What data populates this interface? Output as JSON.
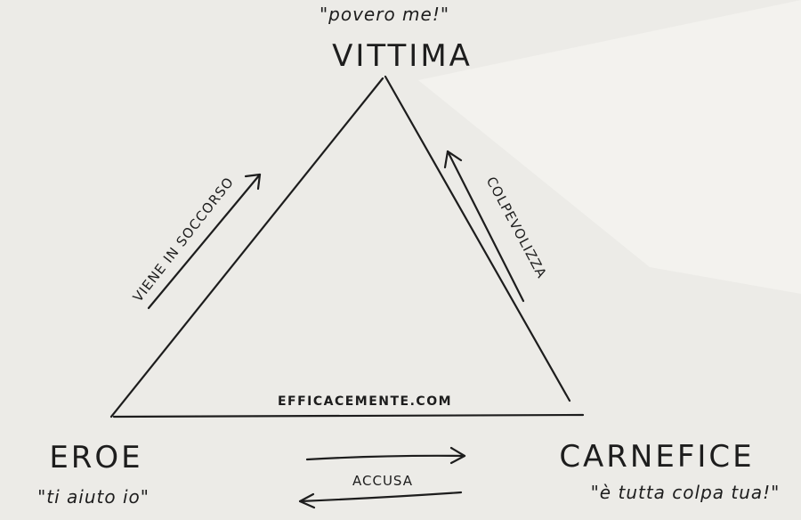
{
  "diagram": {
    "nodes": {
      "top": {
        "role": "VITTIMA",
        "quote": "\"povero me!\""
      },
      "left": {
        "role": "EROE",
        "quote": "\"ti aiuto io\""
      },
      "right": {
        "role": "CARNEFICE",
        "quote": "\"è tutta colpa tua!\""
      }
    },
    "edges": {
      "left_side": "VIENE IN SOCCORSO",
      "right_side": "COLPEVOLIZZA",
      "bottom": "ACCUSA"
    },
    "watermark": "EFFICACEMENTE.COM"
  },
  "colors": {
    "paper": "#ecebe7",
    "ink": "#1d1d1d"
  }
}
